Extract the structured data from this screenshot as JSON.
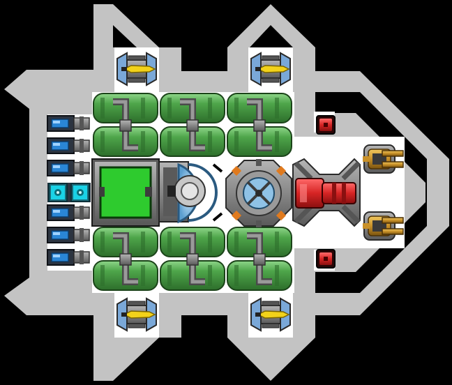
{
  "palette": {
    "background": "#000000",
    "hull": "#c3c3c3",
    "floor": "#ffffff",
    "pipe": "#6f6f6f",
    "metal": "#7d7d7d",
    "metal_dark": "#3c3c3c",
    "tank_green": "#4ea54a",
    "tank_green_dark": "#2d6e2b",
    "tank_green_light": "#8fd68a",
    "screen_green": "#2ecb2e",
    "shield_blue": "#8fc2e6",
    "thruster_blue": "#2a86d6",
    "cyan_cell": "#1ad2e6",
    "reactor_red": "#d62424",
    "reactor_red_dark": "#8a1010",
    "orange_node": "#e07a1e",
    "gun_gold": "#c89028",
    "missile_yellow": "#f2d21a"
  },
  "ship": {
    "modules": [
      {
        "id": "missile-top-left",
        "kind": "missile-launcher",
        "icon": "missile-launcher-icon"
      },
      {
        "id": "missile-top-right",
        "kind": "missile-launcher",
        "icon": "missile-launcher-icon"
      },
      {
        "id": "missile-bottom-left",
        "kind": "missile-launcher",
        "icon": "missile-launcher-icon"
      },
      {
        "id": "missile-bottom-right",
        "kind": "missile-launcher",
        "icon": "missile-launcher-icon"
      },
      {
        "id": "cargo-tank",
        "kind": "fuel-tank",
        "icon": "fuel-tank-icon"
      },
      {
        "id": "command-screen",
        "kind": "command-console",
        "icon": "console-icon"
      },
      {
        "id": "shield-generator",
        "kind": "shield",
        "icon": "shield-icon"
      },
      {
        "id": "gyro-core",
        "kind": "gyroscope",
        "icon": "gyroscope-icon"
      },
      {
        "id": "reactor",
        "kind": "reactor",
        "icon": "reactor-icon"
      },
      {
        "id": "cannon-top",
        "kind": "cannon",
        "icon": "cannon-icon"
      },
      {
        "id": "cannon-bottom",
        "kind": "cannon",
        "icon": "cannon-icon"
      },
      {
        "id": "sensor-top",
        "kind": "sensor",
        "icon": "sensor-icon"
      },
      {
        "id": "sensor-bottom",
        "kind": "sensor",
        "icon": "sensor-icon"
      },
      {
        "id": "thruster-bank",
        "kind": "thruster",
        "icon": "thruster-icon"
      },
      {
        "id": "power-cells",
        "kind": "battery",
        "icon": "battery-icon"
      }
    ]
  }
}
